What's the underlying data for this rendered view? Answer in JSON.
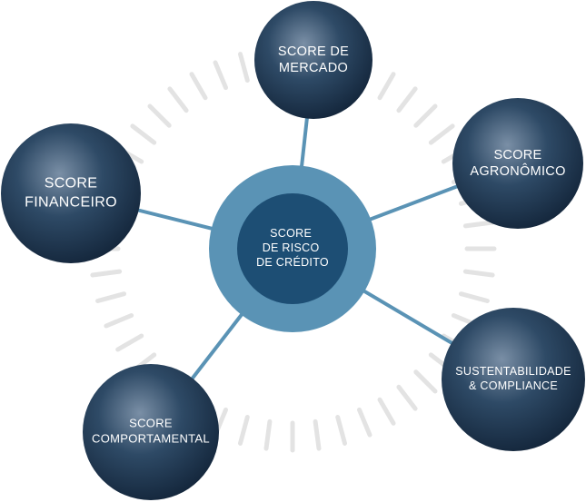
{
  "colors": {
    "background": "#ffffff",
    "ring": "#5a93b5",
    "center_fill": "#1d4e74",
    "connector": "#5a93b5",
    "tick": "#e3e3e3",
    "node_highlight": "#7a8fa6",
    "node_mid": "#2e4a66",
    "node_dark": "#13253a",
    "label": "#ffffff"
  },
  "center": {
    "lines": [
      "SCORE",
      "DE RISCO",
      "DE CRÉDITO"
    ]
  },
  "nodes": [
    {
      "id": "mercado",
      "lines": [
        "SCORE DE",
        "MERCADO"
      ]
    },
    {
      "id": "agronomico",
      "lines": [
        "SCORE",
        "AGRONÔMICO"
      ]
    },
    {
      "id": "sustentabilidade",
      "lines": [
        "SUSTENTABILIDADE",
        "& COMPLIANCE"
      ]
    },
    {
      "id": "comportamental",
      "lines": [
        "SCORE",
        "COMPORTAMENTAL"
      ]
    },
    {
      "id": "financeiro",
      "lines": [
        "SCORE",
        "FINANCEIRO"
      ]
    }
  ]
}
